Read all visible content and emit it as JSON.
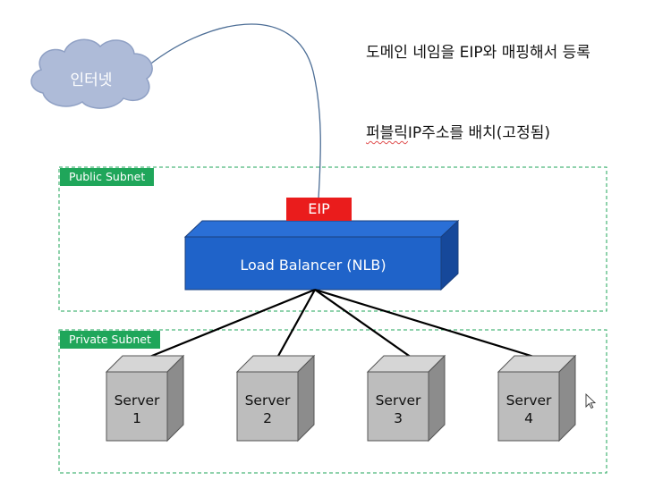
{
  "internet_label": "인터넷",
  "note_dns": "도메인 네임을 EIP와 매핑해서 등록",
  "note_ip_prefix": "퍼블릭",
  "note_ip_rest": "IP주소를 배치(고정됨)",
  "public_subnet_label": "Public Subnet",
  "private_subnet_label": "Private Subnet",
  "eip_label": "EIP",
  "load_balancer_label": "Load Balancer (NLB)",
  "servers": [
    {
      "line1": "Server",
      "line2": "1"
    },
    {
      "line1": "Server",
      "line2": "2"
    },
    {
      "line1": "Server",
      "line2": "3"
    },
    {
      "line1": "Server",
      "line2": "4"
    }
  ],
  "colors": {
    "subnet_border": "#1fa65a",
    "eip": "#ea1c1c",
    "load_balancer": "#1f63c9",
    "server": "#bdbdbd",
    "cloud": "#aebbd8"
  }
}
